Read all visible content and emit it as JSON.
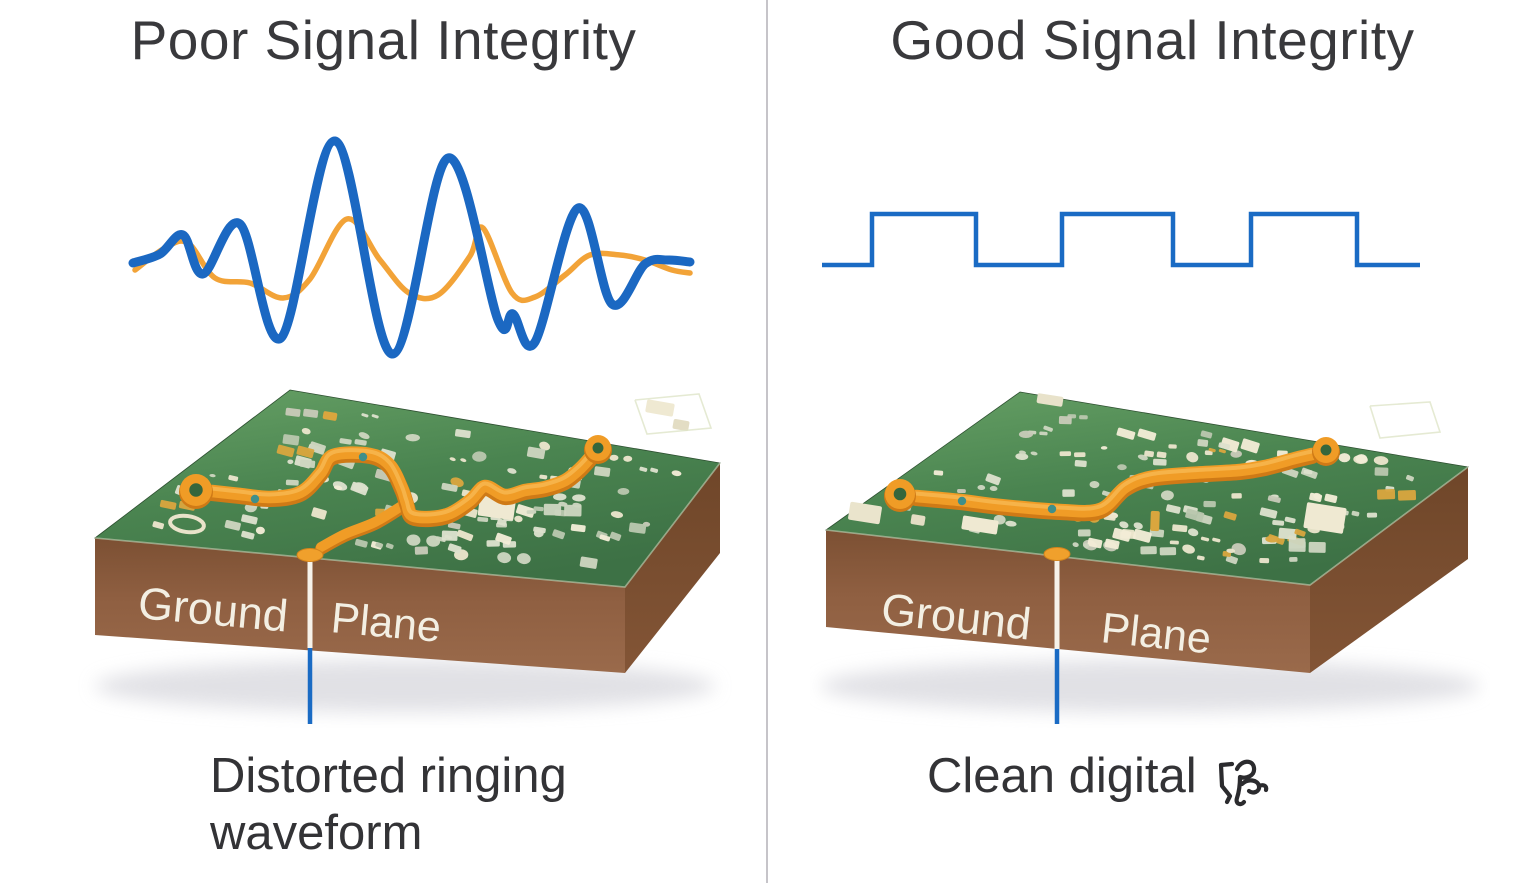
{
  "left_panel": {
    "title": "Poor Signal Integrity",
    "caption_lines": [
      "Distorted ringing",
      "waveform"
    ],
    "board": {
      "label_ground": "Ground",
      "label_plane": "Plane"
    }
  },
  "right_panel": {
    "title": "Good Signal Integrity",
    "caption": "Clean digital",
    "board": {
      "label_ground": "Ground",
      "label_plane": "Plane"
    }
  },
  "icons": {
    "caption_glyph": "garbled-bracket-squiggle-icon"
  },
  "colors": {
    "text_dark": "#39393c",
    "caption_dark": "#333336",
    "divider": "#c6c4c9",
    "wave_blue": "#1b68c2",
    "wave_orange": "#f2a338",
    "square_blue": "#1a6bc4",
    "board_green": "#4b8550",
    "board_green_light": "#639f63",
    "board_green_dark": "#3d7145",
    "board_brown_front": "#8d5d3f",
    "board_brown_right": "#774c30",
    "trace_orange": "#f09c26",
    "trace_shade": "#cf7a16",
    "trace_highlight": "#f8bb55",
    "via_teal": "#3f8f8a",
    "callout_white": "#f6f2ea",
    "callout_blue": "#1a6bc4",
    "callout_dot": "#f0a02c",
    "board_label_white": "#f3efe3"
  },
  "chart_data": [
    {
      "type": "line",
      "name": "distorted-ringing-waveform",
      "title": "",
      "xlabel": "",
      "ylabel": "",
      "units": "svg px, 585x245 viewport, y down",
      "series": [
        {
          "name": "distorted ringing signal",
          "color": "#1b68c2",
          "stroke_width": 9,
          "points": [
            [
              15,
              137
            ],
            [
              42,
              128
            ],
            [
              65,
              109
            ],
            [
              85,
              148
            ],
            [
              122,
              98
            ],
            [
              163,
              212
            ],
            [
              217,
              15
            ],
            [
              274,
              228
            ],
            [
              330,
              32
            ],
            [
              380,
              194
            ],
            [
              395,
              188
            ],
            [
              417,
              216
            ],
            [
              460,
              82
            ],
            [
              494,
              178
            ],
            [
              527,
              138
            ],
            [
              550,
              134
            ],
            [
              572,
              136
            ]
          ]
        },
        {
          "name": "reference signal",
          "color": "#f2a338",
          "stroke_width": 5.5,
          "points": [
            [
              17,
              144
            ],
            [
              47,
              122
            ],
            [
              70,
              117
            ],
            [
              97,
              152
            ],
            [
              132,
              157
            ],
            [
              165,
              172
            ],
            [
              192,
              153
            ],
            [
              229,
              93
            ],
            [
              262,
              134
            ],
            [
              291,
              167
            ],
            [
              320,
              169
            ],
            [
              352,
              130
            ],
            [
              365,
              102
            ],
            [
              394,
              167
            ],
            [
              417,
              171
            ],
            [
              447,
              149
            ],
            [
              472,
              129
            ],
            [
              502,
              129
            ],
            [
              527,
              134
            ],
            [
              554,
              144
            ],
            [
              572,
              147
            ]
          ]
        }
      ]
    },
    {
      "type": "line",
      "name": "clean-square-wave",
      "title": "",
      "xlabel": "",
      "ylabel": "",
      "units": "svg px, 620x80 viewport, y down",
      "series": [
        {
          "name": "clean digital signal",
          "color": "#1a6bc4",
          "stroke_width": 4.5,
          "points": [
            [
              7,
              67
            ],
            [
              57,
              67
            ],
            [
              57,
              16
            ],
            [
              161,
              16
            ],
            [
              161,
              67
            ],
            [
              247,
              67
            ],
            [
              247,
              16
            ],
            [
              358,
              16
            ],
            [
              358,
              67
            ],
            [
              436,
              67
            ],
            [
              436,
              16
            ],
            [
              542,
              16
            ],
            [
              542,
              67
            ],
            [
              605,
              67
            ]
          ]
        }
      ]
    }
  ]
}
